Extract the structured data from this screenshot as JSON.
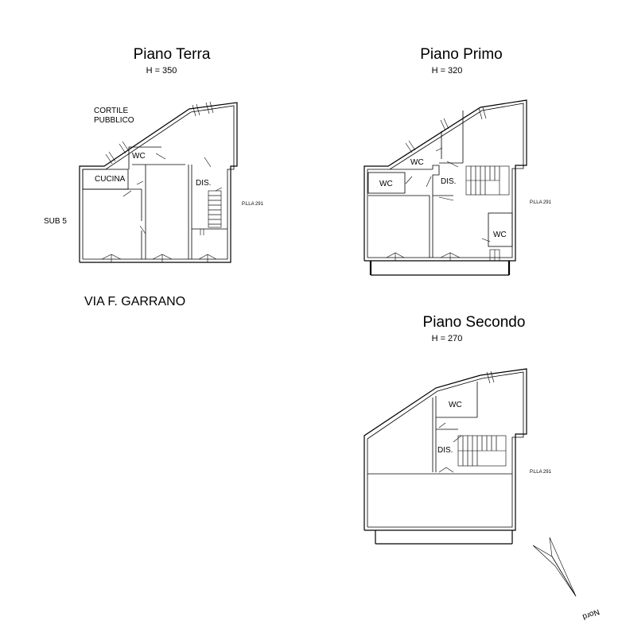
{
  "floors": {
    "ground": {
      "title": "Piano Terra",
      "height": "H = 350",
      "rooms": {
        "courtyard_line1": "CORTILE",
        "courtyard_line2": "PUBBLICO",
        "wc": "WC",
        "kitchen": "CUCINA",
        "hall": "DIS."
      },
      "neighbor": "SUB 5",
      "parcel": "P.LLA 291"
    },
    "first": {
      "title": "Piano Primo",
      "height": "H = 320",
      "rooms": {
        "wc_top": "WC",
        "wc_left": "WC",
        "hall": "DIS.",
        "wc_right": "WC"
      },
      "parcel": "P.LLA 291"
    },
    "second": {
      "title": "Piano Secondo",
      "height": "H = 270",
      "rooms": {
        "wc": "WC",
        "hall": "DIS."
      },
      "parcel": "P.LLA 291"
    }
  },
  "street": "VIA F.  GARRANO",
  "north_label": "Nord"
}
